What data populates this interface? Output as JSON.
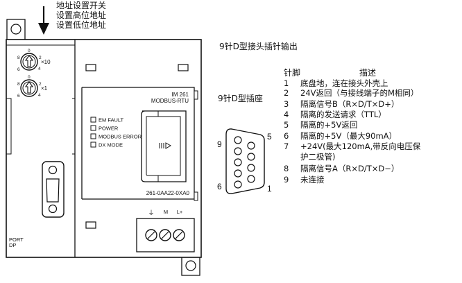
{
  "annotations": {
    "switch_lines": [
      "地址设置开关",
      "设置高位地址",
      "设置低位地址"
    ],
    "connector_title": "9针D型接头插针输出",
    "socket_label": "9针D型插座"
  },
  "module": {
    "model_line1": "IM 261",
    "model_line2": "MODBUS-RTU",
    "leds": [
      "EM FAULT",
      "POWER",
      "MODBUS ERROR",
      "DX MODE"
    ],
    "switch_high_label": "×10",
    "switch_low_label": "×1",
    "dial_digits": [
      "0",
      "2",
      "4",
      "6",
      "8"
    ],
    "order_number": "261-0AA22-0XA0",
    "port_label_1": "PORT",
    "port_label_2": "DP",
    "terminal_labels": [
      "⏚",
      "M",
      "L+"
    ]
  },
  "connector": {
    "pin_numbers": {
      "top_left": "9",
      "top_right": "5",
      "bottom_left": "6",
      "bottom_right": "1"
    }
  },
  "pin_table": {
    "header_pin": "针脚",
    "header_desc": "描述",
    "rows": [
      {
        "pin": "1",
        "desc": "底盘地，连在接头外壳上"
      },
      {
        "pin": "2",
        "desc": "24V返回（与接线端子的M相同）"
      },
      {
        "pin": "3",
        "desc": "隔离信号B（R×D/T×D+）"
      },
      {
        "pin": "4",
        "desc": "隔离的发送请求（TTL）"
      },
      {
        "pin": "5",
        "desc": "隔离的+5V返回"
      },
      {
        "pin": "6",
        "desc": "隔离的+5V（最大90mA）"
      },
      {
        "pin": "7",
        "desc": "+24V(最大120mA,带反向电压保"
      },
      {
        "pin": "",
        "desc": "护二极管)"
      },
      {
        "pin": "8",
        "desc": "隔离信号A（R×D/T×D−）"
      },
      {
        "pin": "9",
        "desc": "未连接"
      }
    ]
  }
}
